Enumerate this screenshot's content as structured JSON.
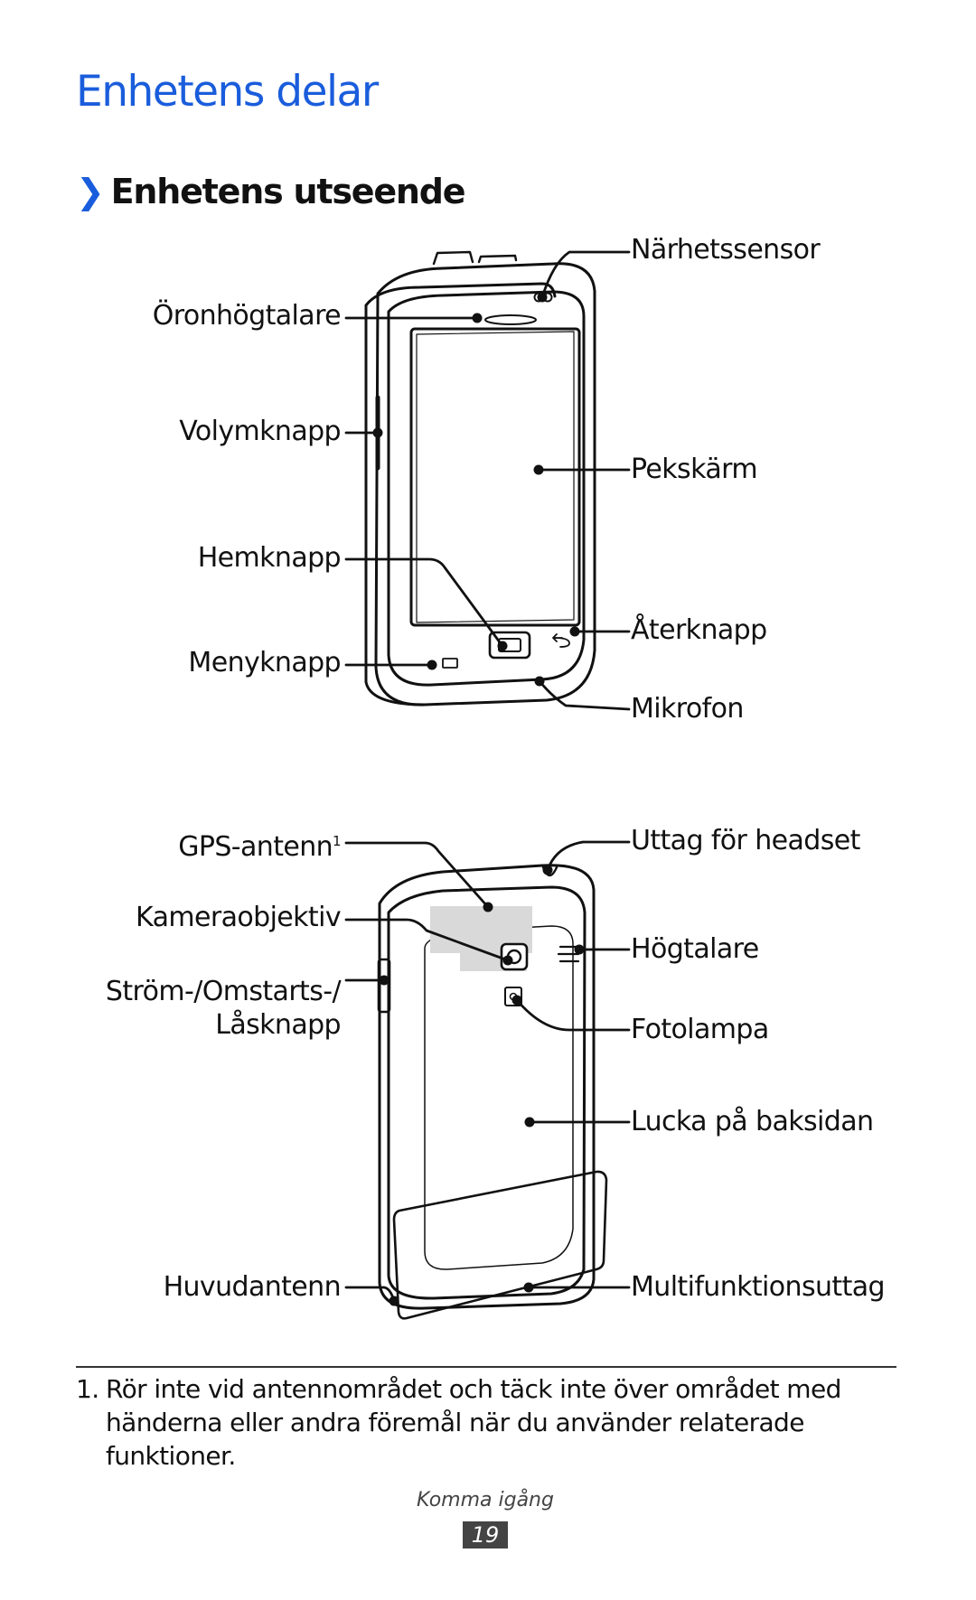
{
  "page": {
    "title": "Enhetens delar",
    "subtitle_chevron": "❯",
    "subtitle": "Enhetens utseende"
  },
  "front_labels": {
    "proximity_sensor": "Närhetssensor",
    "earpiece": "Öronhögtalare",
    "volume_key": "Volymknapp",
    "touch_screen": "Pekskärm",
    "home_key": "Hemknapp",
    "back_key": "Återknapp",
    "menu_key": "Menyknapp",
    "microphone": "Mikrofon"
  },
  "back_labels": {
    "gps_antenna": "GPS-antenn",
    "gps_antenna_note": "1",
    "headset_jack": "Uttag för headset",
    "camera_lens": "Kameraobjektiv",
    "speaker": "Högtalare",
    "power_key_line1": "Ström-/Omstarts-/",
    "power_key_line2": "Låsknapp",
    "flash": "Fotolampa",
    "back_cover": "Lucka på baksidan",
    "main_antenna": "Huvudantenn",
    "multifunction_jack": "Multifunktionsuttag"
  },
  "footnote": {
    "number": "1.",
    "text": "Rör inte vid antennområdet och täck inte över området med händerna eller andra föremål när du använder relaterade funktioner."
  },
  "footer": {
    "section": "Komma igång",
    "page_number": "19"
  },
  "colors": {
    "accent": "#1a5ddc",
    "text": "#111111",
    "antenna_area": "#d9d9d9"
  }
}
